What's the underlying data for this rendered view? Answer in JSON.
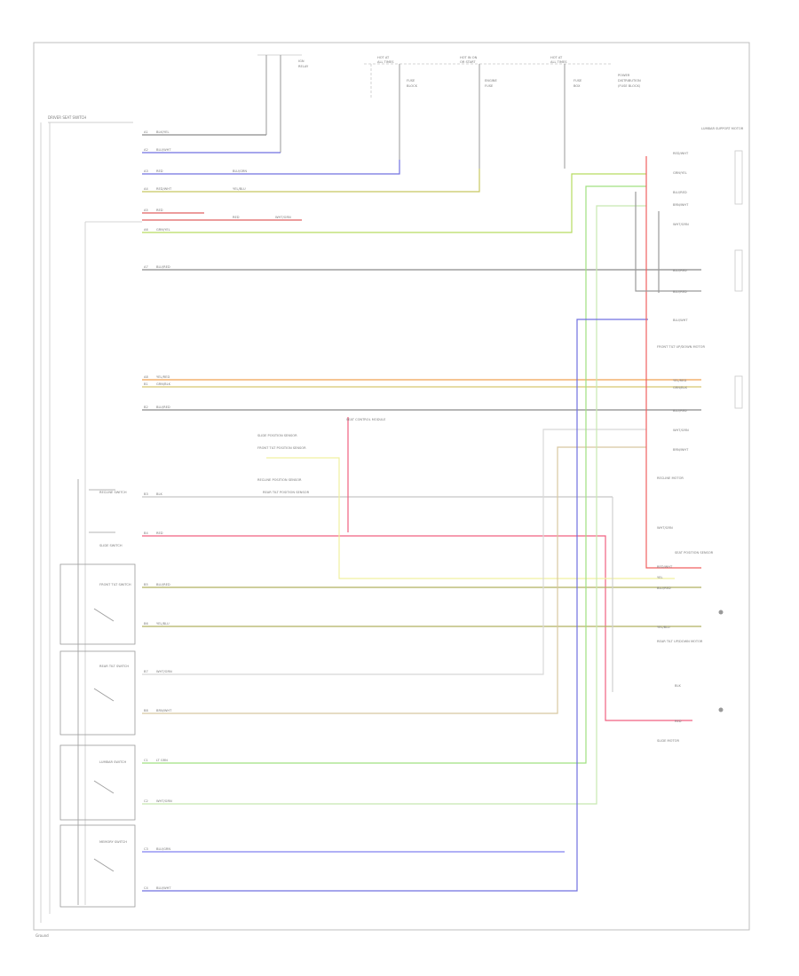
{
  "diagram": {
    "title": "DRIVER SEAT SWITCH",
    "footer": "Ground",
    "components": {
      "lumbar": "LUMBAR SUPPORT MOTOR",
      "front_motor": "FRONT TILT UP/DOWN MOTOR",
      "recline_motor": "RECLINE MOTOR",
      "rear_motor": "REAR TILT UP/DOWN MOTOR",
      "slide_motor": "SLIDE MOTOR",
      "seat_ctrl": "SEAT CONTROL MODULE",
      "seat_position": "SEAT POSITION SENSOR",
      "slide_sensor": "SLIDE POSITION SENSOR",
      "front_tilt_sensor": "FRONT TILT POSITION SENSOR",
      "recline_sensor": "RECLINE POSITION SENSOR",
      "rear_tilt_sensor": "REAR TILT POSITION SENSOR",
      "recl_sw": "RECLINE SWITCH",
      "slide_sw": "SLIDE SWITCH",
      "front_sw": "FRONT TILT SWITCH",
      "rear_sw": "REAR TILT SWITCH",
      "lumbar_sw": "LUMBAR SWITCH",
      "memory_sw": "MEMORY SWITCH"
    },
    "wires": {
      "blu_wht": "BLU/WHT",
      "red": "RED",
      "red_wht": "RED/WHT",
      "grn_yel": "GRN/YEL",
      "blk_yel": "BLK/YEL",
      "yel_blu": "YEL/BLU",
      "blk": "BLK",
      "blu_red": "BLU/RED",
      "wht_grn": "WHT/GRN",
      "yel_red": "YEL/RED",
      "grn_blk": "GRN/BLK",
      "brn_wht": "BRN/WHT",
      "lt_grn": "LT GRN",
      "yel": "YEL",
      "blu_grn": "BLU/GRN"
    },
    "pins": [
      "A1",
      "A2",
      "A3",
      "A4",
      "A5",
      "A6",
      "A7",
      "A8",
      "B1",
      "B2",
      "B3",
      "B4",
      "B5",
      "B6",
      "B7",
      "B8",
      "C1",
      "C2",
      "C3",
      "C4"
    ]
  }
}
